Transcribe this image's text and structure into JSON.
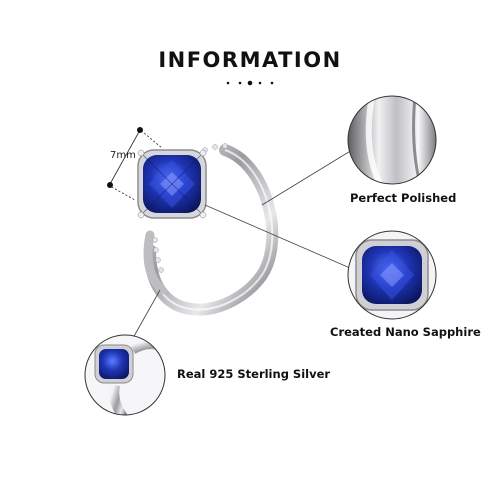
{
  "header": {
    "title": "INFORMATION"
  },
  "dimension": {
    "size": "7mm"
  },
  "callouts": {
    "polished": "Perfect  Polished",
    "sapphire": "Created  Nano Sapphire",
    "silver": "Real 925  Sterling  Silver"
  },
  "colors": {
    "sapphire": "#1a2fa8",
    "silver": "#d8d8dc",
    "text": "#111111"
  }
}
